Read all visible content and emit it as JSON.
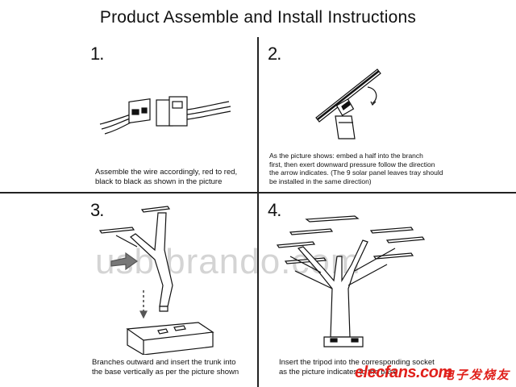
{
  "title": "Product Assemble and Install Instructions",
  "steps": [
    {
      "number": "1.",
      "caption_lines": [
        "Assemble the wire accordingly, red to red,",
        "black to black as shown in the picture"
      ]
    },
    {
      "number": "2.",
      "caption_lines": [
        "As the picture shows: embed a half into the branch",
        "first, then exert downward pressure follow the direction",
        "the arrow indicates. (The 9 solar panel leaves tray should",
        "be installed in the same direction)"
      ]
    },
    {
      "number": "3.",
      "caption_lines": [
        "Branches outward and insert the trunk into",
        "the base vertically as per the picture shown"
      ]
    },
    {
      "number": "4.",
      "caption_lines": [
        "Insert the tripod into the corresponding socket",
        "as the picture indicates to the base"
      ]
    }
  ],
  "watermark": "usb.brando.com",
  "logo": {
    "text": "elecfans.com",
    "cn": "电子发烧友",
    "color": "#e0201b"
  }
}
